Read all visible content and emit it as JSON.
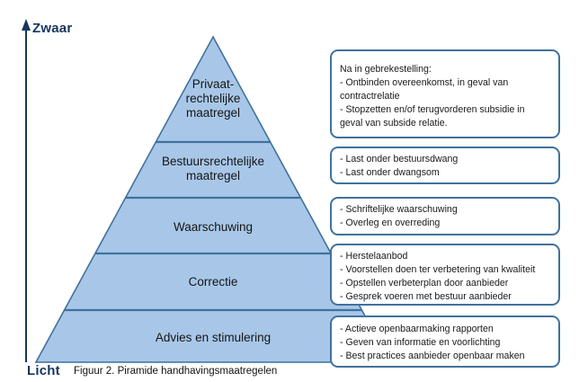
{
  "colors": {
    "pyramid_fill": "#a8c7e8",
    "pyramid_stroke": "#41719c",
    "callout_border": "#41719c",
    "axis_navy": "#17365d"
  },
  "axis": {
    "top_label": "Zwaar",
    "bottom_label": "Licht"
  },
  "caption": {
    "figure_label": "Figuur 2. Piramide handhavingsmaatregelen"
  },
  "pyramid": {
    "levels": [
      {
        "label": "Privaat-\nrechtelijke\nmaatregel"
      },
      {
        "label": "Bestuursrechtelijke\nmaatregel"
      },
      {
        "label": "Waarschuwing"
      },
      {
        "label": "Correctie"
      },
      {
        "label": "Advies en stimulering"
      }
    ]
  },
  "callouts": [
    {
      "lines": [
        "Na in gebrekestelling:",
        "- Ontbinden overeenkomst, in geval van",
        "contractrelatie",
        "- Stopzetten en/of terugvorderen subsidie in",
        "geval van subside relatie."
      ]
    },
    {
      "lines": [
        "- Last onder bestuursdwang",
        "- Last onder dwangsom"
      ]
    },
    {
      "lines": [
        "- Schriftelijke waarschuwing",
        "- Overleg en overreding"
      ]
    },
    {
      "lines": [
        "- Herstelaanbod",
        "- Voorstellen doen ter verbetering van kwaliteit",
        "- Opstellen verbeterplan door aanbieder",
        "- Gesprek voeren met bestuur aanbieder"
      ]
    },
    {
      "lines": [
        "- Actieve openbaarmaking rapporten",
        "- Geven van informatie en voorlichting",
        "- Best practices aanbieder openbaar maken"
      ]
    }
  ]
}
